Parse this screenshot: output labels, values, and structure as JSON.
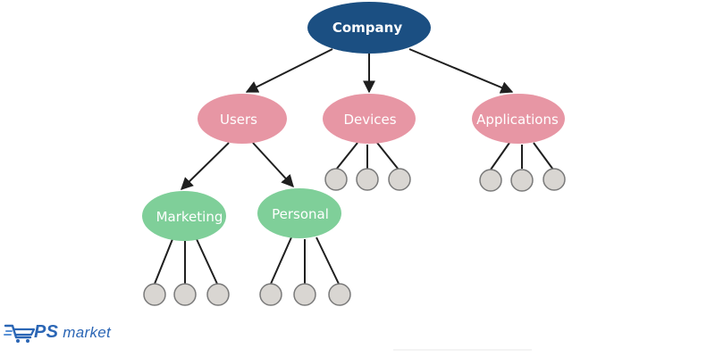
{
  "diagram": {
    "root": {
      "label": "Company",
      "color": "#1b4f82"
    },
    "level1": [
      {
        "label": "Users",
        "color": "#e796a4"
      },
      {
        "label": "Devices",
        "color": "#e796a4"
      },
      {
        "label": "Applications",
        "color": "#e796a4"
      }
    ],
    "level2": [
      {
        "label": "Marketing",
        "color": "#7fcf99"
      },
      {
        "label": "Personal",
        "color": "#7fcf99"
      }
    ],
    "leaf_color": "#d9d6d2",
    "edge_color": "#1f1f1f"
  },
  "logo": {
    "ps": "PS",
    "market": " market",
    "color": "#2b66b5"
  }
}
